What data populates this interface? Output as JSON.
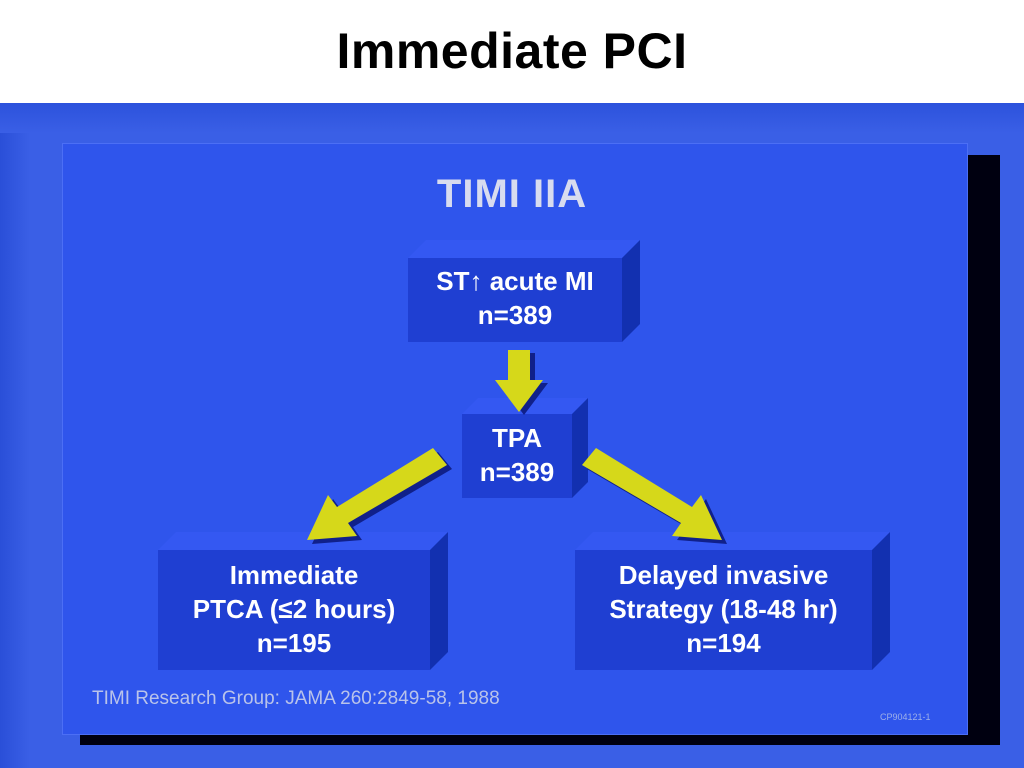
{
  "title": "Immediate PCI",
  "slide": {
    "heading": "TIMI IIA",
    "nodes": {
      "top": {
        "line1": "ST↑ acute MI",
        "line2": "n=389"
      },
      "middle": {
        "line1": "TPA",
        "line2": "n=389"
      },
      "left": {
        "line1": "Immediate",
        "line2": "PTCA (≤2 hours)",
        "line3": "n=195"
      },
      "right": {
        "line1": "Delayed invasive",
        "line2": "Strategy (18-48 hr)",
        "line3": "n=194"
      }
    },
    "citation": "TIMI Research Group:  JAMA 260:2849-58, 1988",
    "slide_code": "CP904121-1"
  },
  "colors": {
    "background": "#3a5fe6",
    "panel": "#2f55ec",
    "box_front": "#1f3fd2",
    "box_top": "#3458f2",
    "box_side": "#1230b0",
    "arrow": "#d6d81a",
    "text": "#ffffff"
  }
}
